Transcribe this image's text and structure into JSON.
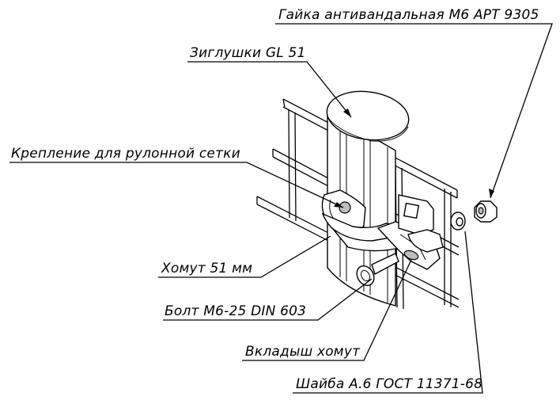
{
  "labels": {
    "nut": "Гайка антивандальная М6 АРТ 9305",
    "cap": "Зиглушки GL 51",
    "mount": "Крепление для рулонной сетки",
    "clamp": "Хомут 51 мм",
    "bolt": "Болт М6-25 DIN 603",
    "insert": "Вкладыш хомут",
    "washer": "Шайба А.6 ГОСТ 11371-68"
  }
}
